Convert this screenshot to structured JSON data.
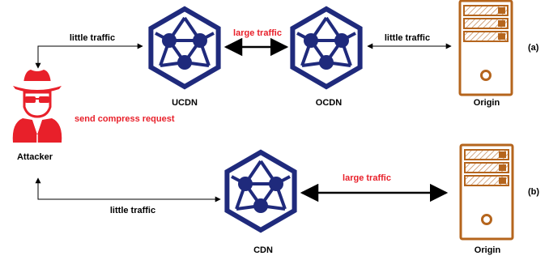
{
  "diagram_a": {
    "tag": "(a)",
    "nodes": {
      "ucdn": "UCDN",
      "ocdn": "OCDN",
      "origin": "Origin"
    },
    "edges": {
      "attacker_ucdn": "little traffic",
      "ucdn_ocdn": "large traffic",
      "ocdn_origin": "little traffic"
    }
  },
  "attacker": {
    "label": "Attacker",
    "action": "send compress request"
  },
  "diagram_b": {
    "tag": "(b)",
    "nodes": {
      "cdn": "CDN",
      "origin": "Origin"
    },
    "edges": {
      "attacker_cdn": "little traffic",
      "cdn_origin": "large traffic"
    }
  },
  "colors": {
    "cdn_node": "#1f2a7c",
    "server": "#b5651d",
    "attacker": "#e8202a",
    "arrow": "#000000"
  }
}
